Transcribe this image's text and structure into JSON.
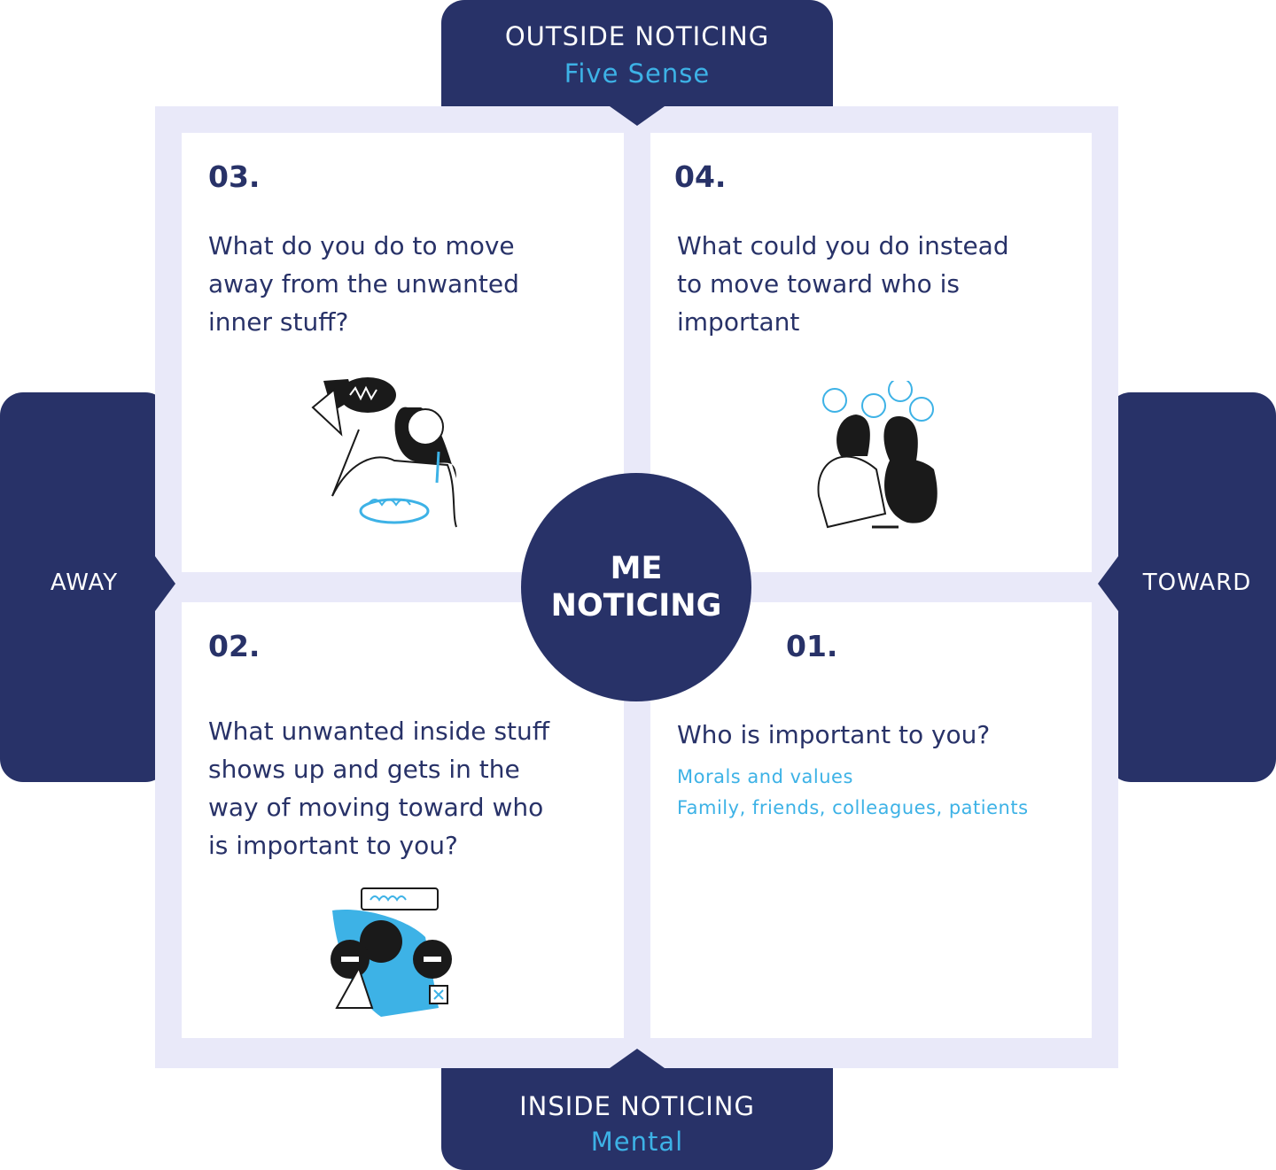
{
  "top_tab": {
    "title": "OUTSIDE NOTICING",
    "subtitle": "Five Sense"
  },
  "bottom_tab": {
    "title": "INSIDE NOTICING",
    "subtitle": "Mental"
  },
  "left_tab": {
    "label": "AWAY"
  },
  "right_tab": {
    "label": "TOWARD"
  },
  "center": {
    "line1": "ME",
    "line2": "NOTICING"
  },
  "quadrants": {
    "q03": {
      "number": "03.",
      "question_lines": [
        "What do you do to move",
        "away from the unwanted",
        "inner stuff?"
      ]
    },
    "q04": {
      "number": "04.",
      "question_lines": [
        "What could you do instead",
        "to move toward who is",
        "important"
      ]
    },
    "q02": {
      "number": "02.",
      "question_lines": [
        "What unwanted inside stuff",
        "shows up and gets in the",
        "way of moving toward who",
        "is important to you?"
      ]
    },
    "q01": {
      "number": "01.",
      "question": "Who is important to you?",
      "details": [
        "Morals and values",
        "Family, friends, colleagues, patients"
      ]
    }
  },
  "colors": {
    "navy": "#283268",
    "accent": "#3db2e6",
    "frame": "#e9e9f9"
  },
  "illustrations": {
    "q03": "person-eating-illustration",
    "q04": "two-people-talking-illustration",
    "q02": "stressed-person-illustration"
  }
}
